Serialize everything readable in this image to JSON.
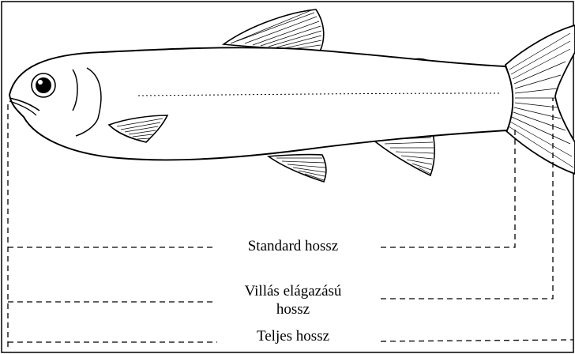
{
  "diagram": {
    "labels": {
      "standard_length": "Standard hossz",
      "fork_length_line1": "Villás elágazású",
      "fork_length_line2": "hossz",
      "total_length": "Teljes hossz"
    },
    "colors": {
      "line": "#000000",
      "background": "#ffffff",
      "frame": "#000000"
    }
  }
}
